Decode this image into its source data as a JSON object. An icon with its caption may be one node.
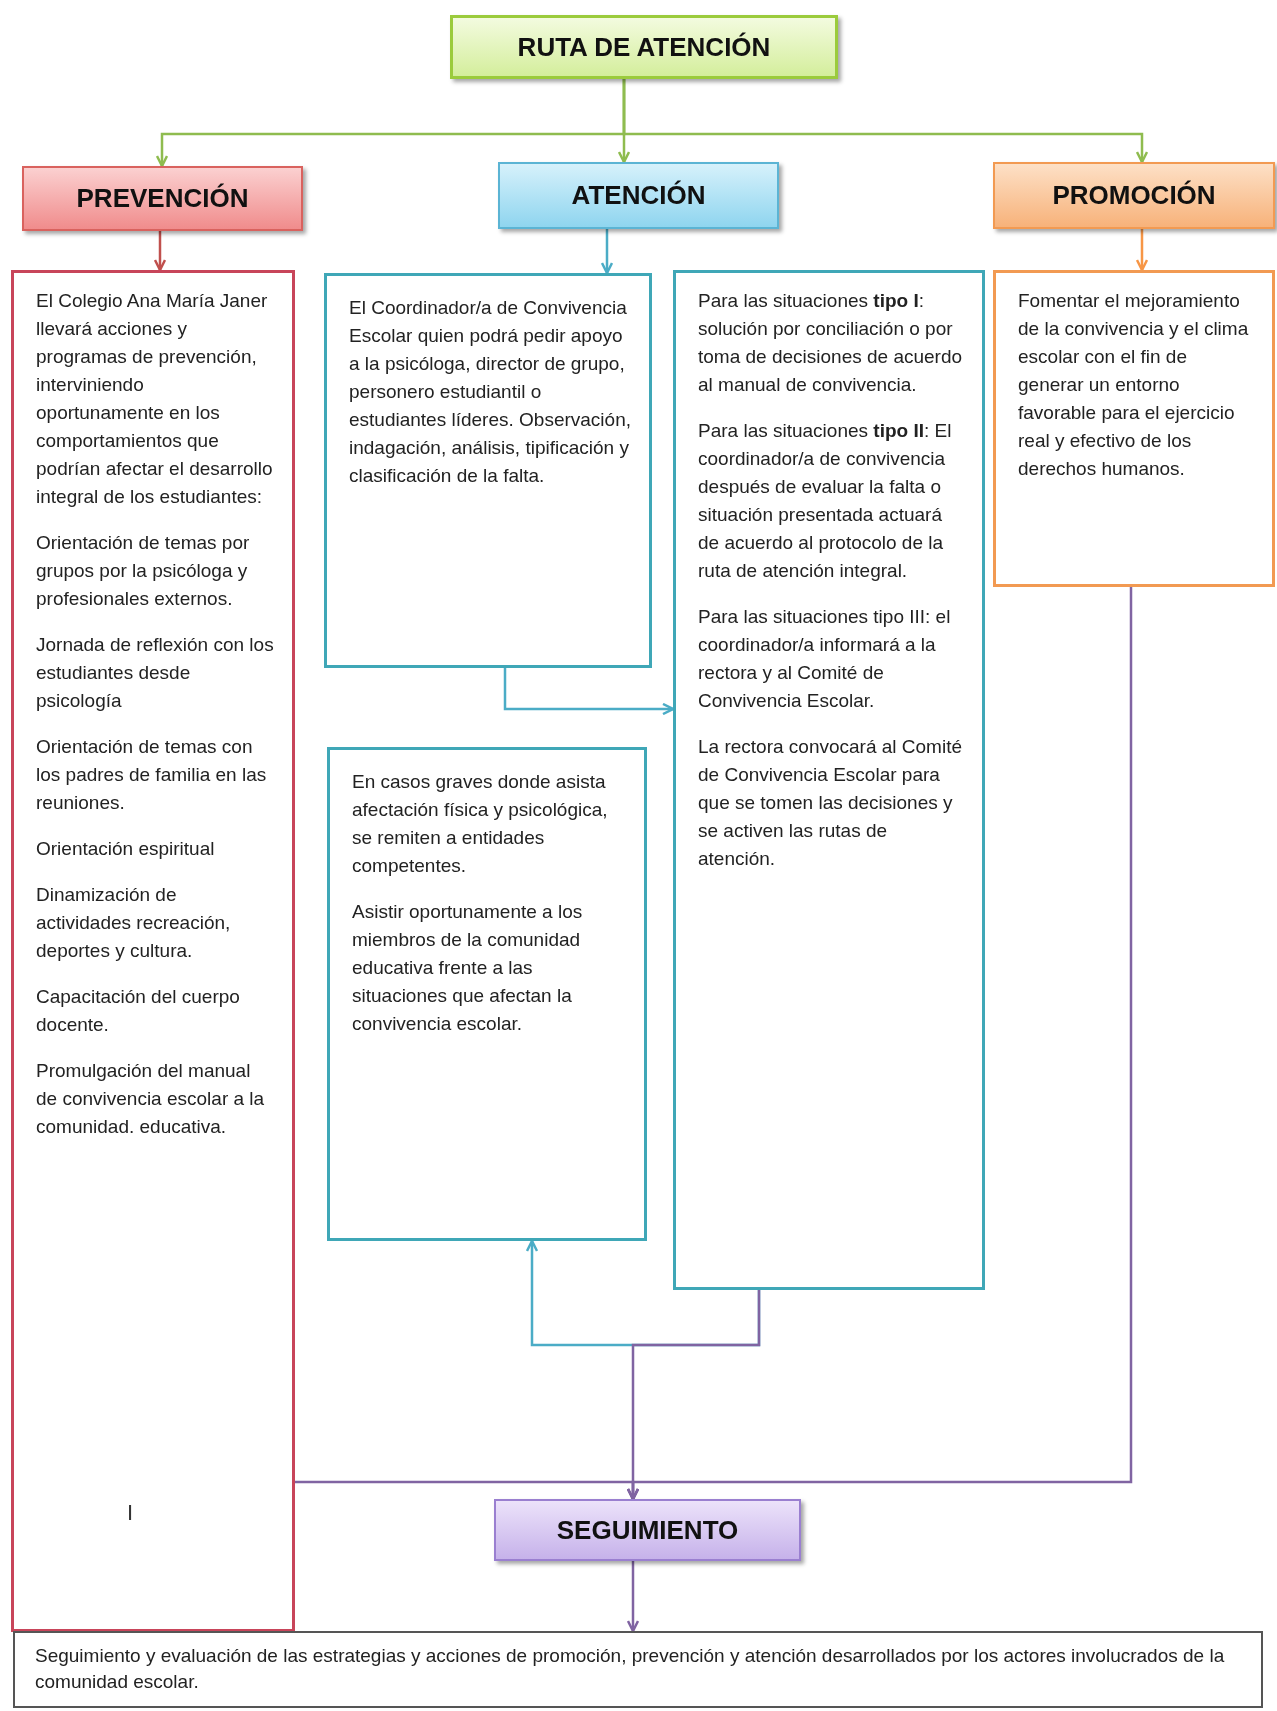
{
  "diagram": {
    "nodes": [
      {
        "text": [
          "RUTA DE ATENCIÓN"
        ]
      },
      {
        "text": [
          "PREVENCIÓN"
        ]
      },
      {
        "text": [
          "ATENCIÓN"
        ]
      },
      {
        "text": [
          "PROMOCIÓN"
        ]
      },
      {
        "text": [
          "El Colegio Ana María Janer llevará acciones y programas de prevención, interviniendo oportunamente en los comportamientos que podrían afectar el desarrollo integral de los estudiantes:",
          "Orientación de temas por grupos por la psicóloga y profesionales externos.",
          "Jornada de reflexión con los estudiantes desde psicología",
          "Orientación de temas con los padres de familia en las reuniones.",
          "Orientación espiritual",
          "Dinamización de actividades recreación, deportes y cultura.",
          "Capacitación del cuerpo docente.",
          "Promulgación del manual de convivencia escolar a la comunidad. educativa."
        ]
      },
      {
        "text": [
          "El Coordinador/a de Convivencia Escolar quien podrá pedir apoyo a la psicóloga, director de grupo, personero estudiantil o estudiantes líderes. Observación, indagación, análisis, tipificación y clasificación de la falta."
        ]
      },
      {
        "text": [
          "Para las situaciones **tipo I**: solución por conciliación o por toma de decisiones de acuerdo al manual de convivencia.",
          "Para las situaciones **tipo II**: El coordinador/a de convivencia después de evaluar la falta o situación presentada actuará de acuerdo al protocolo de la ruta de atención integral.",
          "Para las situaciones tipo III: el coordinador/a informará a la rectora y al Comité de Convivencia Escolar.",
          "La rectora convocará al Comité de Convivencia Escolar para que se tomen las decisiones y se activen las rutas de atención."
        ]
      },
      {
        "text": [
          "Fomentar el mejoramiento de la convivencia y el clima escolar con el fin de generar un entorno favorable para el ejercicio real y efectivo de los derechos humanos."
        ]
      },
      {
        "text": [
          "En casos graves donde asista afectación física y psicológica, se remiten a entidades competentes.",
          "Asistir oportunamente a los miembros de la comunidad educativa frente a las situaciones que afectan la convivencia escolar."
        ]
      },
      {
        "text": [
          "SEGUIMIENTO"
        ]
      },
      {
        "text": [
          "Seguimiento y evaluación de las estrategias y acciones de promoción, prevención y atención desarrollados por los actores involucrados de la comunidad escolar."
        ]
      }
    ],
    "edges": [
      {
        "from": 0,
        "to": 1,
        "arrow": "to",
        "color": "#8fbc4f"
      },
      {
        "from": 0,
        "to": 2,
        "arrow": "to",
        "color": "#8fbc4f"
      },
      {
        "from": 0,
        "to": 3,
        "arrow": "to",
        "color": "#8fbc4f"
      },
      {
        "from": 1,
        "to": 4,
        "arrow": "to",
        "color": "#c0504d"
      },
      {
        "from": 2,
        "to": 5,
        "arrow": "to",
        "color": "#4bacc6"
      },
      {
        "from": 3,
        "to": 7,
        "arrow": "to",
        "color": "#f79646"
      },
      {
        "from": 5,
        "to": 6,
        "arrow": "to",
        "color": "#4bacc6"
      },
      {
        "from": 6,
        "to": 8,
        "arrow": "to",
        "color": "#4bacc6"
      },
      {
        "from": 6,
        "to": 9,
        "arrow": "to",
        "color": "#8064a2"
      },
      {
        "from": 4,
        "to": 9,
        "arrow": "to",
        "color": "#8064a2"
      },
      {
        "from": 7,
        "to": 9,
        "arrow": "to",
        "color": "#8064a2"
      },
      {
        "from": 9,
        "to": 10,
        "arrow": "to",
        "color": "#8064a2"
      }
    ],
    "labels": [
      "I"
    ]
  }
}
